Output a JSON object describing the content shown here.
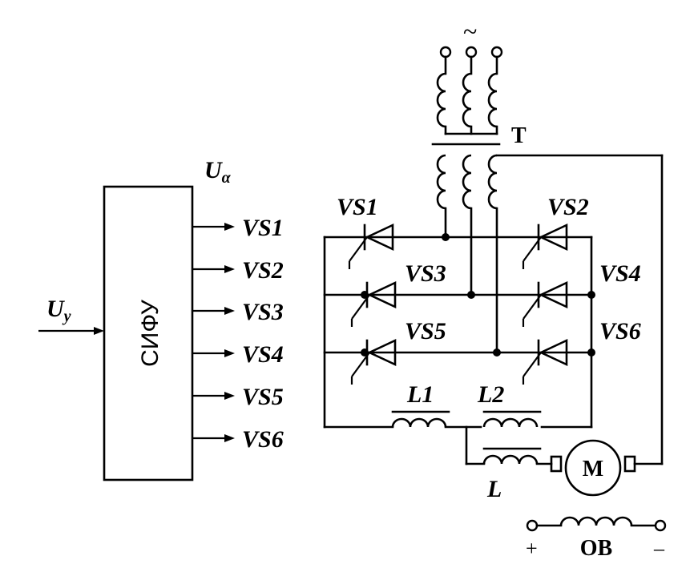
{
  "control_block": {
    "label": "СИФУ",
    "input_label": "U",
    "input_sub": "у",
    "sync_label": "U",
    "sync_sub": "α",
    "outputs": [
      "VS1",
      "VS2",
      "VS3",
      "VS4",
      "VS5",
      "VS6"
    ]
  },
  "supply": {
    "ac_symbol": "~",
    "transformer_label": "Т"
  },
  "thyristors": [
    "VS1",
    "VS2",
    "VS3",
    "VS4",
    "VS5",
    "VS6"
  ],
  "reactors": {
    "l1": "L1",
    "l2": "L2",
    "l": "L"
  },
  "motor": {
    "label": "М"
  },
  "field_winding": {
    "label": "ОВ",
    "plus": "+",
    "minus": "–"
  }
}
